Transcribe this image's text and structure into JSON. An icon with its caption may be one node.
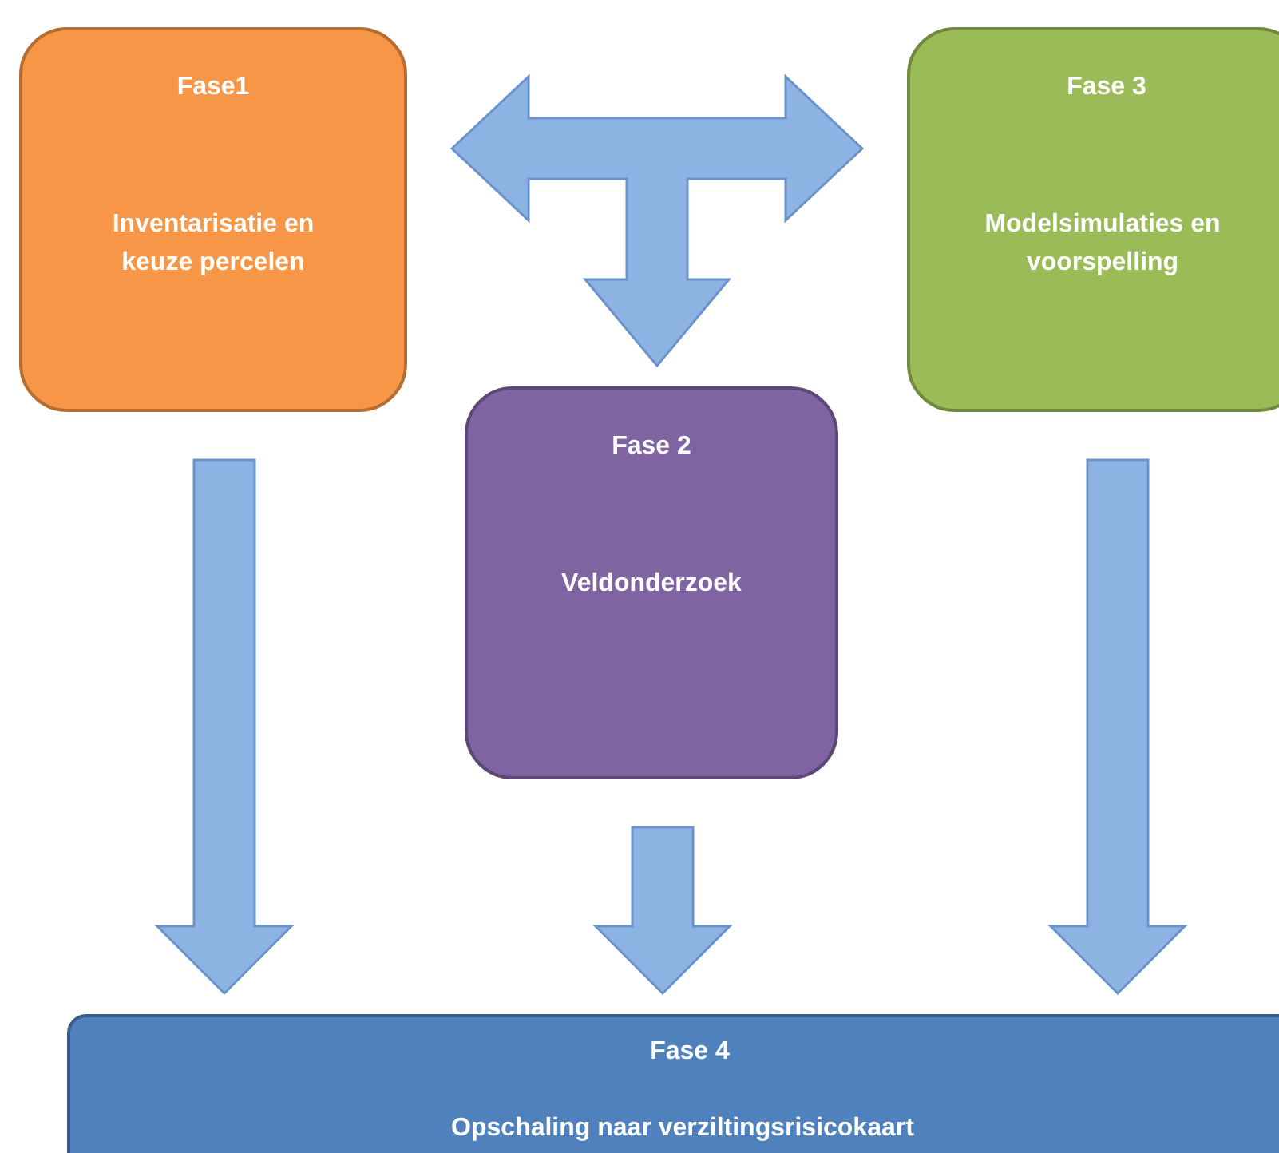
{
  "diagram": {
    "nodes": [
      {
        "text": [
          "Fase1",
          "Inventarisatie en keuze percelen"
        ]
      },
      {
        "text": [
          "Fase 3",
          "Modelsimulaties en voorspelling"
        ]
      },
      {
        "text": [
          "Fase 2",
          "Veldonderzoek"
        ]
      },
      {
        "text": [
          "Fase 4",
          "Opschaling naar verziltingsrisicokaart"
        ]
      }
    ],
    "edges": [
      {
        "from": 0,
        "to": 1,
        "arrow": "both"
      },
      {
        "from": 0,
        "to": 2,
        "arrow": "both"
      },
      {
        "from": 1,
        "to": 2,
        "arrow": "both"
      },
      {
        "from": 0,
        "to": 3,
        "arrow": "to"
      },
      {
        "from": 2,
        "to": 3,
        "arrow": "to"
      },
      {
        "from": 1,
        "to": 3,
        "arrow": "to"
      }
    ]
  }
}
